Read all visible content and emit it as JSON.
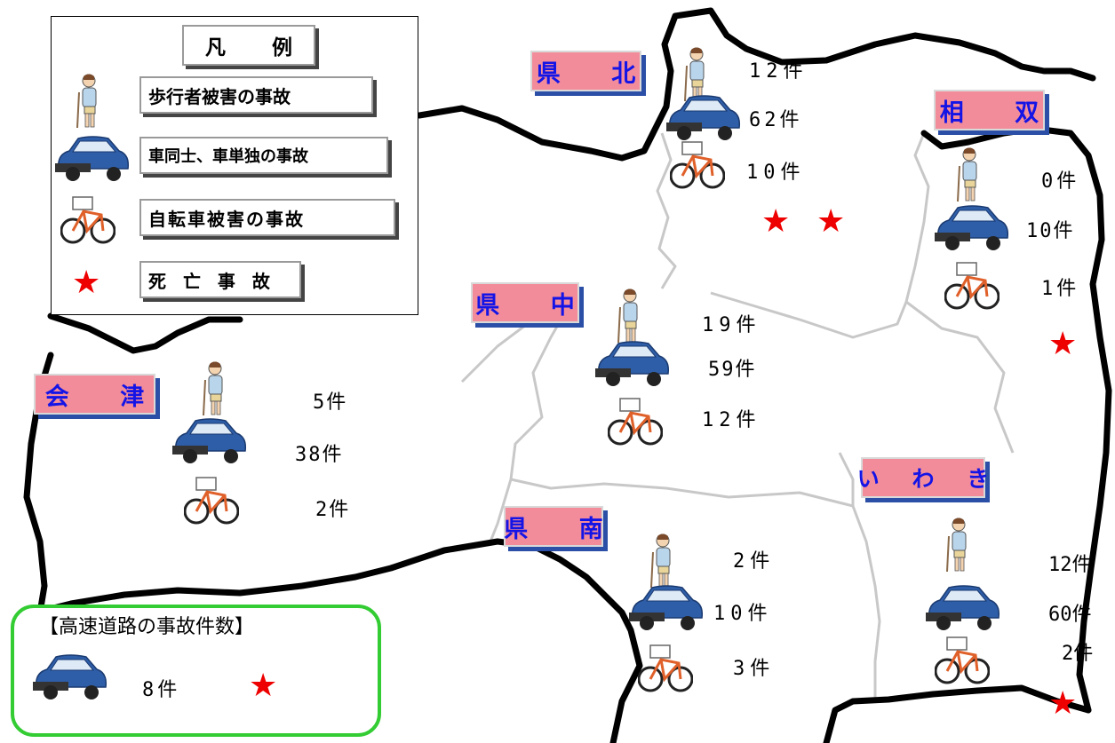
{
  "legend": {
    "title": "凡 例",
    "pedestrian": "歩行者被害の事故",
    "car": "車同士、車単独の事故",
    "bicycle": "自転車被害の事故",
    "fatal": "死 亡 事 故",
    "star_icon": "red-star-icon",
    "pedestrian_icon": "injured-pedestrian-icon",
    "car_icon": "crashed-car-icon",
    "bicycle_icon": "bicycle-icon"
  },
  "regions": {
    "kenpoku": {
      "name": "県 北",
      "pedestrian": "12件",
      "car": "62件",
      "bicycle": "10件",
      "fatal_stars": 2
    },
    "soso": {
      "name": "相 双",
      "pedestrian": "0件",
      "car": "10件",
      "bicycle": "1件",
      "fatal_stars": 1
    },
    "kenchu": {
      "name": "県 中",
      "pedestrian": "19件",
      "car": "59件",
      "bicycle": "12件",
      "fatal_stars": 0
    },
    "aizu": {
      "name": "会 津",
      "pedestrian": "5件",
      "car": "38件",
      "bicycle": "2件",
      "fatal_stars": 0
    },
    "kennan": {
      "name": "県 南",
      "pedestrian": "2件",
      "car": "10件",
      "bicycle": "3件",
      "fatal_stars": 0
    },
    "iwaki": {
      "name": "い わ き",
      "pedestrian": "12件",
      "car": "60件",
      "bicycle": "2件",
      "fatal_stars": 1
    }
  },
  "highway": {
    "title": "【高速道路の事故件数】",
    "car": "8件",
    "fatal_stars": 1
  },
  "colors": {
    "region_bg": "#f38c9a",
    "region_text": "#1414e6",
    "star": "#ee0000",
    "highway_border": "#33cc33"
  }
}
